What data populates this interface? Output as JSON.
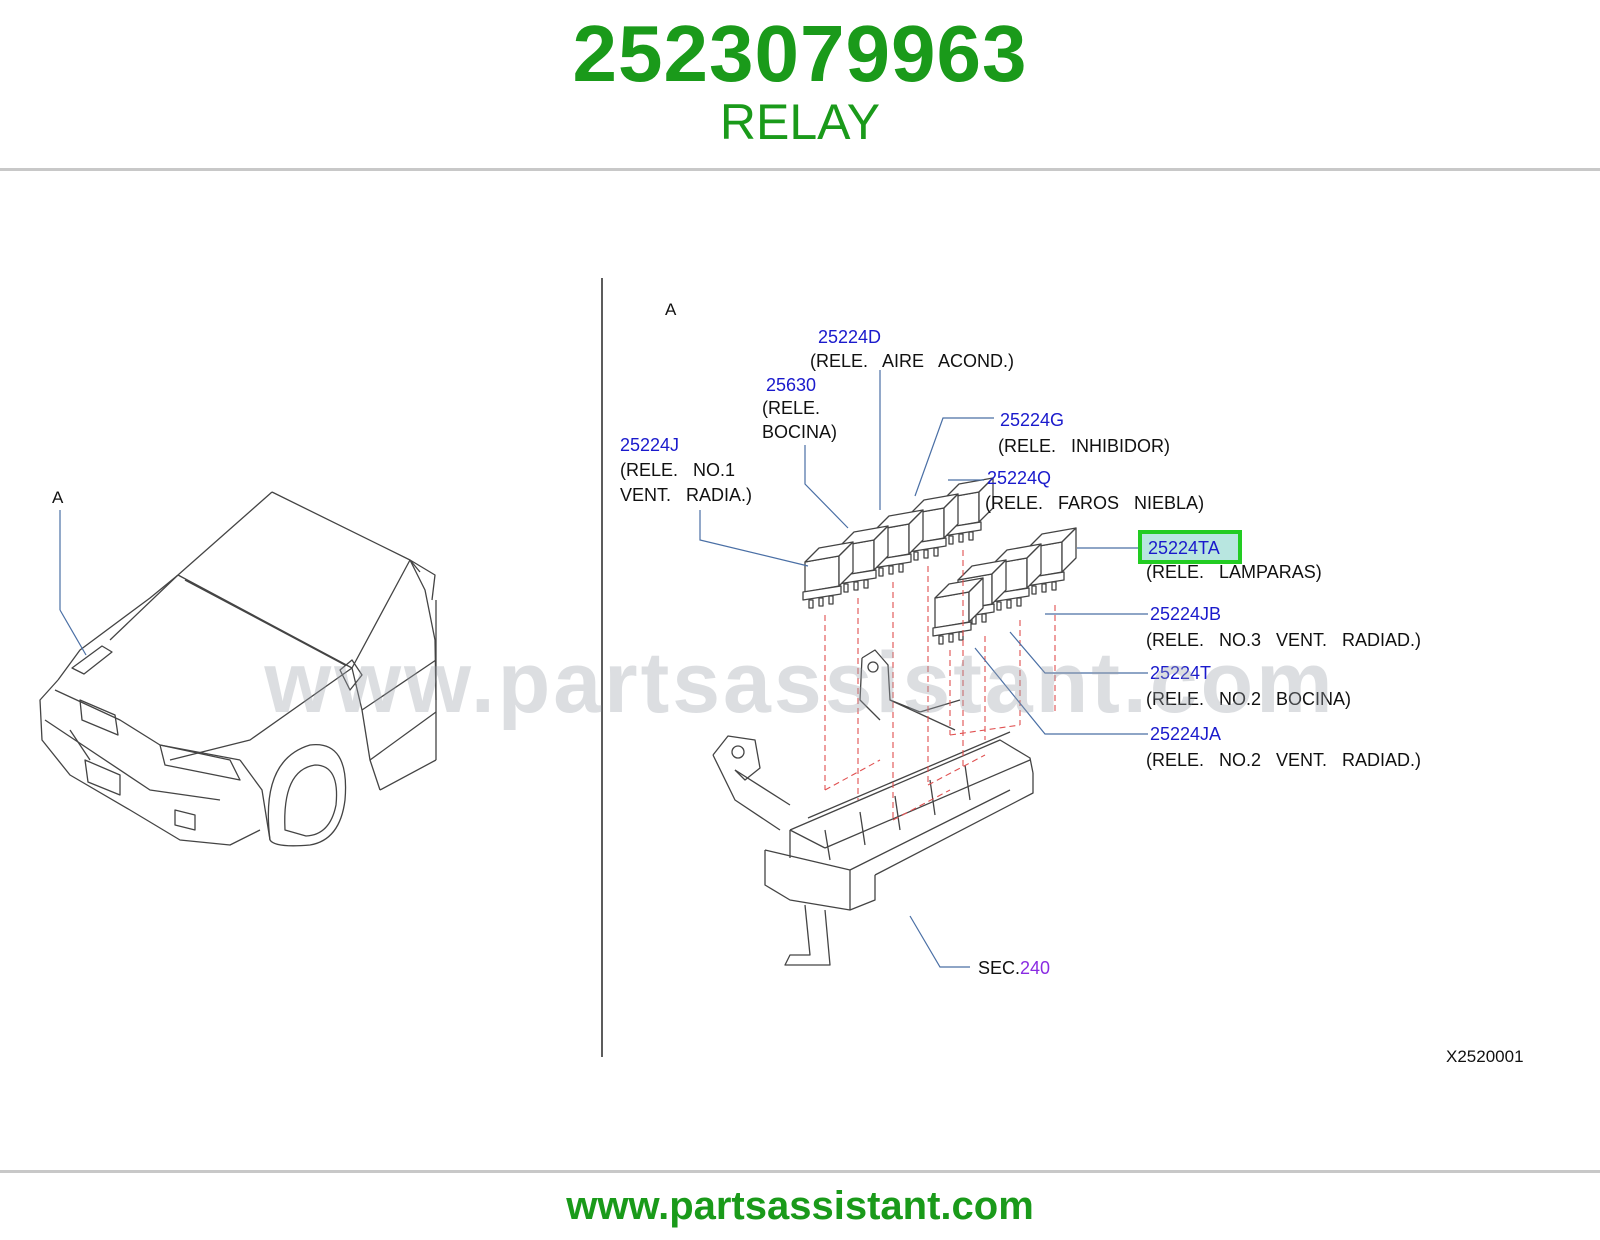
{
  "header": {
    "part_number": "2523079963",
    "part_name": "RELAY"
  },
  "watermark": "www.partsassistant.com",
  "footer": {
    "url": "www.partsassistant.com"
  },
  "diagram": {
    "view_label_left": "A",
    "view_label_right": "A",
    "figure_code": "X2520001",
    "sec_prefix": "SEC.",
    "sec_number": "240",
    "callouts": {
      "d": {
        "code": "25224D",
        "desc": [
          "(RELE.   AIRE   ACOND.)"
        ]
      },
      "c": {
        "code": "25630",
        "desc": [
          "(RELE.",
          "BOCINA)"
        ]
      },
      "j": {
        "code": "25224J",
        "desc": [
          "(RELE.   NO.1",
          "VENT.   RADIA.)"
        ]
      },
      "g": {
        "code": "25224G",
        "desc": [
          "(RELE.   INHIBIDOR)"
        ]
      },
      "q": {
        "code": "25224Q",
        "desc": [
          "(RELE.   FAROS   NIEBLA)"
        ]
      },
      "ta": {
        "code": "25224TA",
        "desc": [
          "(RELE.   LAMPARAS)"
        ]
      },
      "jb": {
        "code": "25224JB",
        "desc": [
          "(RELE.   NO.3   VENT.   RADIAD.)"
        ]
      },
      "t": {
        "code": "25224T",
        "desc": [
          "(RELE.   NO.2   BOCINA)"
        ]
      },
      "ja": {
        "code": "25224JA",
        "desc": [
          "(RELE.   NO.2   VENT.   RADIAD.)"
        ]
      }
    },
    "colors": {
      "brand_green": "#1a9a1a",
      "part_code_blue": "#1a1acc",
      "sec_purple": "#8a2be2",
      "highlight_green": "#22cc22",
      "guide_red": "#e05050"
    }
  }
}
